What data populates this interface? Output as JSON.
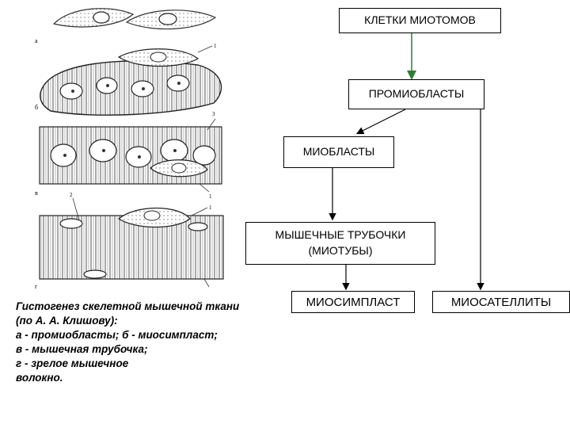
{
  "boxes": {
    "myotome_cells": "КЛЕТКИ МИОТОМОВ",
    "promyoblasts": "ПРОМИОБЛАСТЫ",
    "myoblasts": "МИОБЛАСТЫ",
    "muscle_tubes": "МЫШЕЧНЫЕ ТРУБОЧКИ\n(МИОТУБЫ)",
    "myosymplast": "МИОСИМПЛАСТ",
    "myosatellites": "МИОСАТЕЛЛИТЫ"
  },
  "caption": {
    "line1": "Гистогенез скелетной мышечной ткани",
    "line2": "(по А. А. Клишову):",
    "line3": "а - промиобласты; б - миосимпласт;",
    "line4": "в - мышечная трубочка;",
    "line5": "г - зрелое мышечное",
    "line6": "волокно."
  },
  "figure_labels": {
    "a": "а",
    "b": "б",
    "v": "в",
    "g": "г",
    "n1": "1",
    "n2": "2",
    "n3": "3"
  },
  "colors": {
    "green_arrow": "#2e7d32",
    "black_arrow": "#000000"
  }
}
